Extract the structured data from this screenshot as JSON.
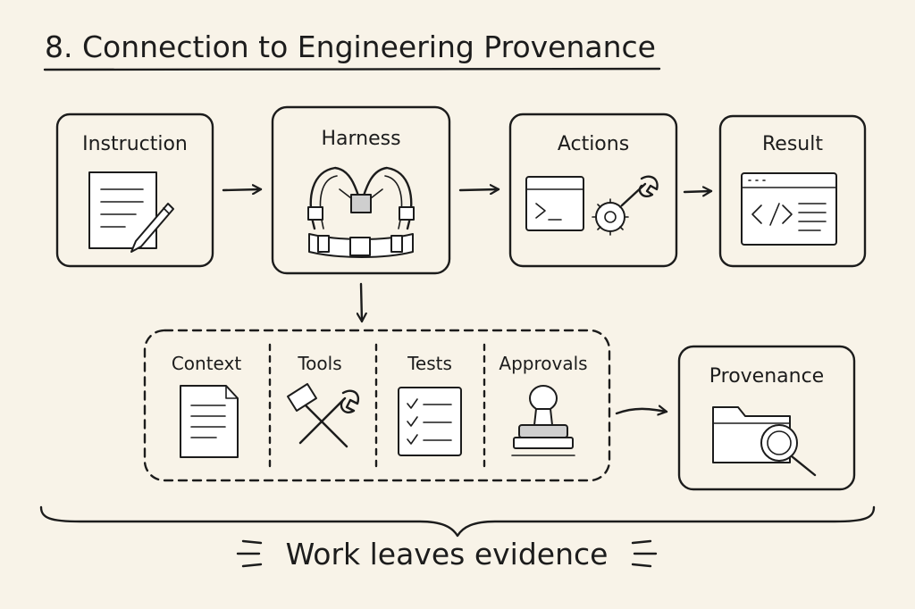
{
  "title": "8. Connection to Engineering Provenance",
  "top_row": [
    {
      "id": "instruction",
      "label": "Instruction",
      "icon": "document-pencil-icon"
    },
    {
      "id": "harness",
      "label": "Harness",
      "icon": "harness-icon"
    },
    {
      "id": "actions",
      "label": "Actions",
      "icon": "terminal-gear-wrench-icon"
    },
    {
      "id": "result",
      "label": "Result",
      "icon": "code-window-icon"
    }
  ],
  "components": [
    {
      "id": "context",
      "label": "Context",
      "icon": "file-icon"
    },
    {
      "id": "tools",
      "label": "Tools",
      "icon": "hammer-wrench-icon"
    },
    {
      "id": "tests",
      "label": "Tests",
      "icon": "checklist-icon"
    },
    {
      "id": "approvals",
      "label": "Approvals",
      "icon": "stamp-icon"
    }
  ],
  "provenance": {
    "label": "Provenance",
    "icon": "folder-magnifier-icon"
  },
  "caption": "Work leaves evidence",
  "colors": {
    "background": "#f8f3e8",
    "ink": "#1c1c1c"
  }
}
